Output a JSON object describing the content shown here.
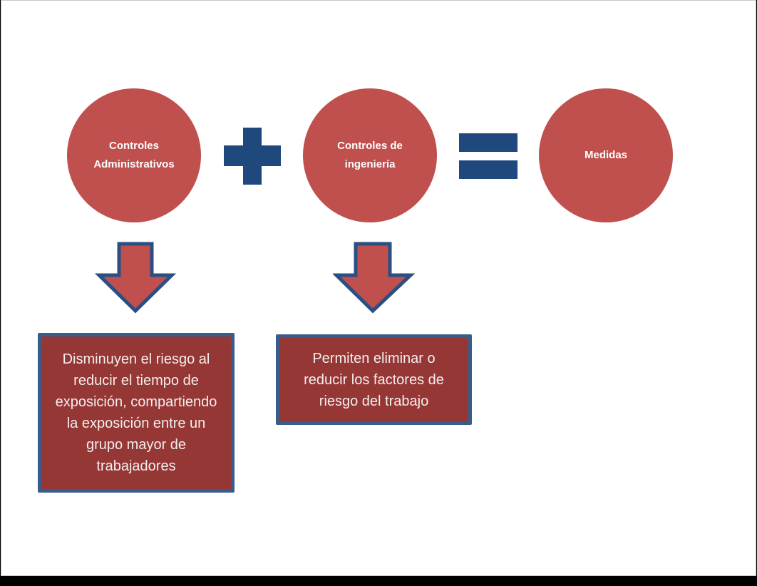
{
  "diagram": {
    "circles": [
      {
        "label": "Controles Administrativos"
      },
      {
        "label": "Controles de ingeniería"
      },
      {
        "label": "Medidas"
      }
    ],
    "operators": [
      "plus-icon",
      "equals-icon"
    ],
    "boxes": [
      {
        "text": "Disminuyen el riesgo al reducir el tiempo de exposición, compartiendo la exposición entre un grupo mayor de trabajadores"
      },
      {
        "text": "Permiten eliminar o reducir los factores de riesgo del trabajo"
      }
    ],
    "colors": {
      "circle": "#C0504D",
      "operator": "#1F497D",
      "box_fill": "#953735",
      "box_border": "#385D8A"
    }
  }
}
